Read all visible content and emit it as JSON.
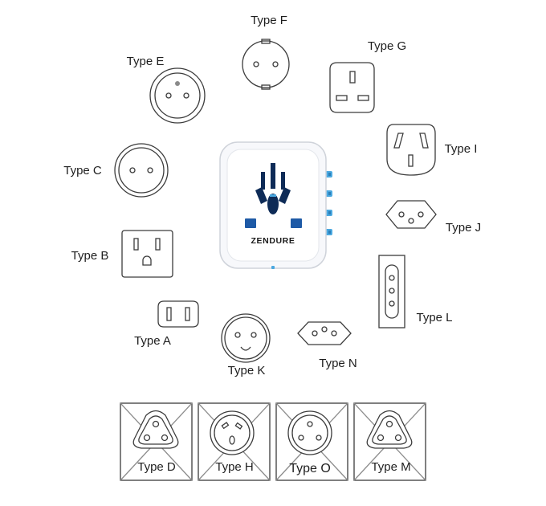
{
  "product": {
    "brand": "ZENDURE"
  },
  "plugs": {
    "type_f": "Type F",
    "type_g": "Type G",
    "type_e": "Type E",
    "type_i": "Type I",
    "type_c": "Type C",
    "type_j": "Type J",
    "type_b": "Type B",
    "type_l": "Type L",
    "type_a": "Type A",
    "type_k": "Type K",
    "type_n": "Type N"
  },
  "unsupported": {
    "type_d": "Type D",
    "type_h": "Type H",
    "type_o": "Type O",
    "type_m": "Type M"
  },
  "colors": {
    "outline": "#3c3c3c",
    "text": "#1e1e1e",
    "cross": "#8c8c8c",
    "adapter_body": "#f7f8fb",
    "adapter_socket": "#0e2b57",
    "button_blue": "#4aa8e0"
  }
}
